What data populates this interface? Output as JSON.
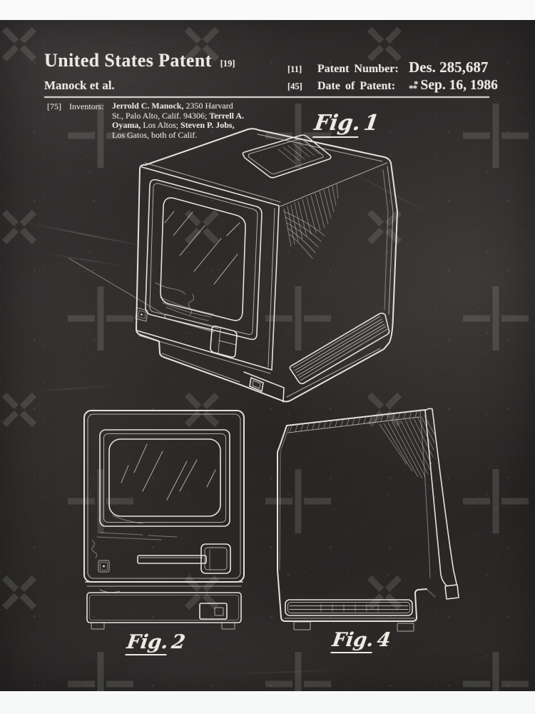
{
  "colors": {
    "paper_strip": "#fafafa",
    "chalkboard": "#2e2c2a",
    "ink": "#e6e2db",
    "watermark": "#cfcac4"
  },
  "header": {
    "title": "United States Patent",
    "kind_code": "[19]",
    "party": "Manock et al.",
    "number_ref": "[11]",
    "number_label": "Patent Number:",
    "number_value": "Des. 285,687",
    "date_ref": "[45]",
    "date_label": "Date of Patent:",
    "term_marker_top": "*",
    "term_marker_bottom": "**",
    "date_value": "Sep. 16, 1986"
  },
  "inventors": {
    "ref": "[75]",
    "label": "Inventors:",
    "line1_name": "Jerrold C. Manock,",
    "line1_rest": " 2350 Harvard",
    "line2_rest": "St., Palo Alto, Calif. 94306; ",
    "line2_name": "Terrell A.",
    "line3_name1": "Oyama,",
    "line3_mid": " Los Altos; ",
    "line3_name2": "Steven P. Jobs,",
    "line4_rest": "Los Gatos, both of Calif."
  },
  "figures": {
    "fig1": {
      "word": "Fig.",
      "num": "1"
    },
    "fig2": {
      "word": "Fig.",
      "num": "2"
    },
    "fig4": {
      "word": "Fig.",
      "num": "4"
    }
  }
}
